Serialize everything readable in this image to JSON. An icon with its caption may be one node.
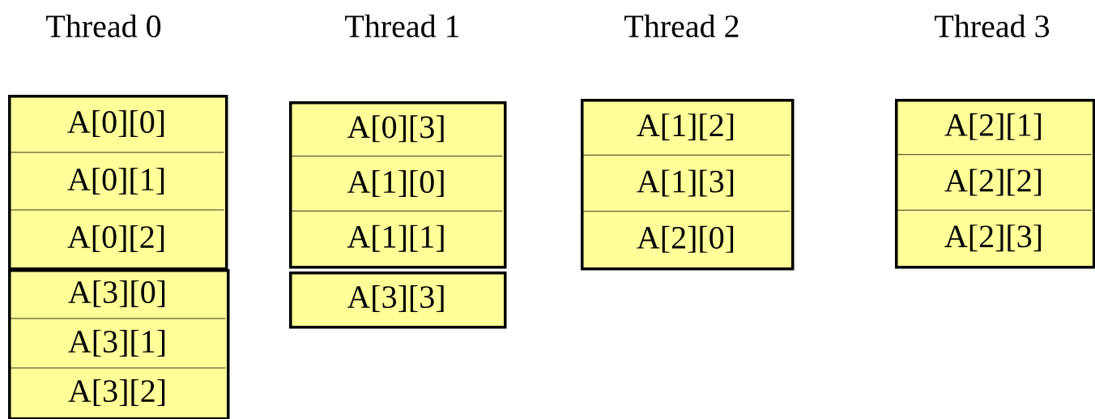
{
  "diagram": {
    "nodes": [
      {
        "text": [],
        "shape": "box"
      },
      {
        "text": [
          "A[0][0]"
        ],
        "in": 0
      },
      {
        "text": [
          "A[0][1]"
        ],
        "in": 0
      },
      {
        "text": [
          "A[0][2]"
        ],
        "in": 0
      },
      {
        "text": [],
        "shape": "box"
      },
      {
        "text": [
          "A[3][0]"
        ],
        "in": 4
      },
      {
        "text": [
          "A[3][1]"
        ],
        "in": 4
      },
      {
        "text": [
          "A[3][2]"
        ],
        "in": 4
      },
      {
        "text": [],
        "shape": "box"
      },
      {
        "text": [
          "A[0][3]"
        ],
        "in": 8
      },
      {
        "text": [
          "A[1][0]"
        ],
        "in": 8
      },
      {
        "text": [
          "A[1][1]"
        ],
        "in": 8
      },
      {
        "text": [],
        "shape": "box"
      },
      {
        "text": [
          "A[3][3]"
        ],
        "in": 12
      },
      {
        "text": [],
        "shape": "box"
      },
      {
        "text": [
          "A[1][2]"
        ],
        "in": 14
      },
      {
        "text": [
          "A[1][3]"
        ],
        "in": 14
      },
      {
        "text": [
          "A[2][0]"
        ],
        "in": 14
      },
      {
        "text": [],
        "shape": "box"
      },
      {
        "text": [
          "A[2][1]"
        ],
        "in": 18
      },
      {
        "text": [
          "A[2][2]"
        ],
        "in": 18
      },
      {
        "text": [
          "A[2][3]"
        ],
        "in": 18
      }
    ],
    "labels": [
      "Thread 0",
      "Thread 1",
      "Thread 2",
      "Thread 3"
    ]
  }
}
